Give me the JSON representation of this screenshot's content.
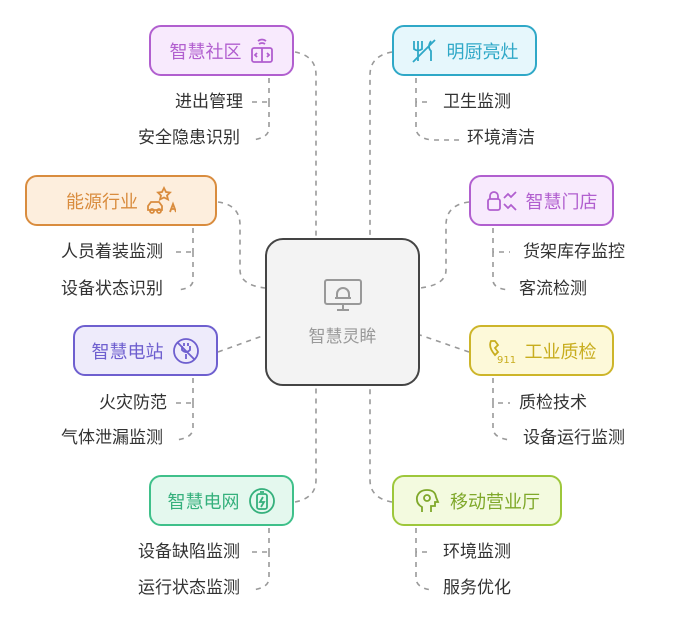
{
  "center": {
    "label": "智慧灵眸",
    "icon": "monitor-hardhat-icon"
  },
  "branches": [
    {
      "label": "智慧社区",
      "icon": "smart-building-icon",
      "color": "#b15fcf",
      "fill": "#f8eafd",
      "items": [
        "进出管理",
        "安全隐患识别"
      ]
    },
    {
      "label": "明厨亮灶",
      "icon": "no-utensils-icon",
      "color": "#2fa8c7",
      "fill": "#e6f7fc",
      "items": [
        "卫生监测",
        "环境清洁"
      ]
    },
    {
      "label": "能源行业",
      "icon": "car-star-icon",
      "color": "#d98c3e",
      "fill": "#fdeedd",
      "items": [
        "人员着装监测",
        "设备状态识别"
      ]
    },
    {
      "label": "智慧门店",
      "icon": "lock-trend-icon",
      "color": "#b15fcf",
      "fill": "#f8eafd",
      "items": [
        "货架库存监控",
        "客流检测"
      ]
    },
    {
      "label": "智慧电站",
      "icon": "no-plug-icon",
      "color": "#6e5fcf",
      "fill": "#eeebfb",
      "items": [
        "火灾防范",
        "气体泄漏监测"
      ]
    },
    {
      "label": "工业质检",
      "icon": "phone-911-icon",
      "color": "#cdb52a",
      "fill": "#fdf9d9",
      "items": [
        "质检技术",
        "设备运行监测"
      ]
    },
    {
      "label": "智慧电网",
      "icon": "battery-charge-icon",
      "color": "#3fc08a",
      "fill": "#e4f8ee",
      "items": [
        "设备缺陷监测",
        "运行状态监测"
      ]
    },
    {
      "label": "移动营业厅",
      "icon": "head-gear-icon",
      "color": "#9dc73b",
      "fill": "#f3fadf",
      "items": [
        "环境监测",
        "服务优化"
      ]
    }
  ]
}
